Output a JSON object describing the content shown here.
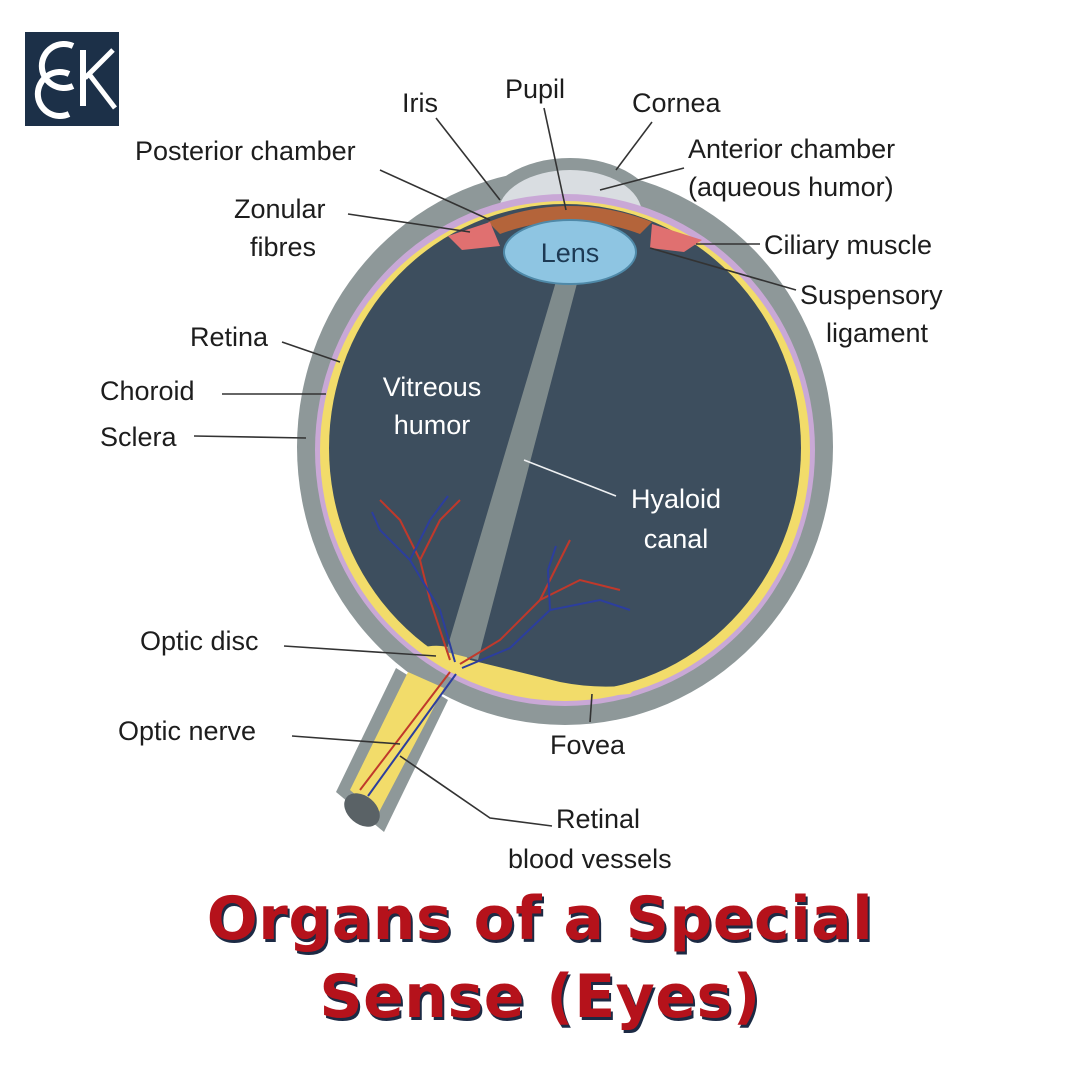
{
  "logo": {
    "text": "CCK"
  },
  "labels": {
    "iris": "Iris",
    "pupil": "Pupil",
    "cornea": "Cornea",
    "posterior_chamber": "Posterior chamber",
    "anterior_chamber_1": "Anterior chamber",
    "anterior_chamber_2": "(aqueous humor)",
    "zonular_fibres_1": "Zonular",
    "zonular_fibres_2": "fibres",
    "lens": "Lens",
    "ciliary_muscle": "Ciliary muscle",
    "suspensory_ligament_1": "Suspensory",
    "suspensory_ligament_2": "ligament",
    "retina": "Retina",
    "choroid": "Choroid",
    "sclera": "Sclera",
    "vitreous_humor_1": "Vitreous",
    "vitreous_humor_2": "humor",
    "hyaloid_canal_1": "Hyaloid",
    "hyaloid_canal_2": "canal",
    "optic_disc": "Optic disc",
    "optic_nerve": "Optic nerve",
    "fovea": "Fovea",
    "retinal_blood_vessels_1": "Retinal",
    "retinal_blood_vessels_2": "blood vessels"
  },
  "title": {
    "line1": "Organs of a Special",
    "line2": "Sense (Eyes)"
  },
  "colors": {
    "title": "#b5121b",
    "title_shadow": "#1c2a44",
    "sclera": "#8e9899",
    "vitreous": "#3d4e5e",
    "retina": "#f2dc6a",
    "choroid": "#c9a8d6",
    "lens": "#8ec5e2",
    "iris": "#b4643a",
    "ciliary": "#e07070",
    "logo_bg": "#1c3048"
  }
}
